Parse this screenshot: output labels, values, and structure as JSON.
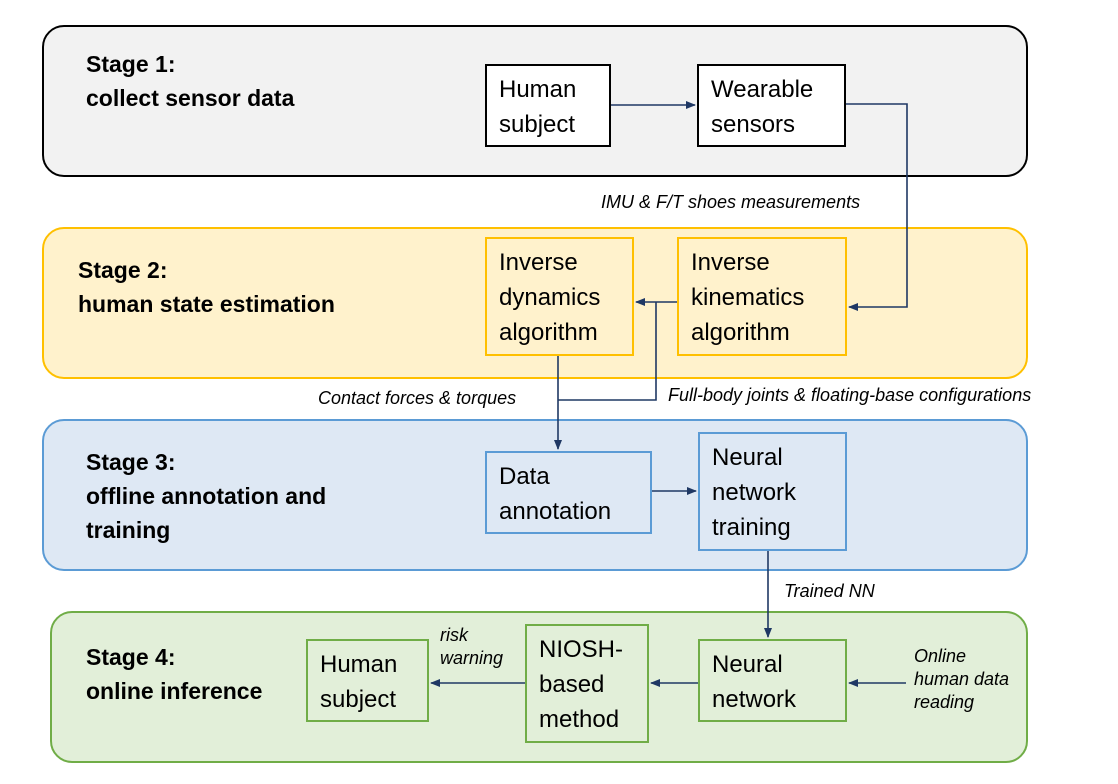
{
  "colors": {
    "stage1_fill": "#f2f2f2",
    "stage1_border": "#000000",
    "stage2_fill": "#fff2cc",
    "stage2_border": "#ffc000",
    "stage3_fill": "#dee8f4",
    "stage3_border": "#5b9bd5",
    "stage4_fill": "#e2efd9",
    "stage4_border": "#70ad47",
    "arrow": "#1f3864"
  },
  "stage1": {
    "title": [
      "Stage 1:",
      "collect sensor data"
    ],
    "boxes": {
      "human_subject": [
        "Human",
        "subject"
      ],
      "wearable_sensors": [
        "Wearable",
        "sensors"
      ]
    }
  },
  "stage2": {
    "title": [
      "Stage 2:",
      "human state estimation"
    ],
    "boxes": {
      "inverse_dynamics": [
        "Inverse",
        "dynamics",
        "algorithm"
      ],
      "inverse_kinematics": [
        "Inverse",
        "kinematics",
        "algorithm"
      ]
    }
  },
  "stage3": {
    "title": [
      "Stage 3:",
      "offline annotation and",
      "training"
    ],
    "boxes": {
      "data_annotation": [
        "Data",
        "annotation"
      ],
      "nn_training": [
        "Neural",
        "network",
        "training"
      ]
    }
  },
  "stage4": {
    "title": [
      "Stage 4:",
      "online inference"
    ],
    "boxes": {
      "human_subject": [
        "Human",
        "subject"
      ],
      "niosh_method": [
        "NIOSH-",
        "based",
        "method"
      ],
      "neural_network": [
        "Neural",
        "network"
      ]
    }
  },
  "labels": {
    "imu": "IMU & F/T shoes measurements",
    "contact": "Contact forces & torques",
    "fullbody": "Full-body joints & floating-base configurations",
    "trained_nn": "Trained NN",
    "risk_warning": [
      "risk",
      "warning"
    ],
    "online_reading": [
      "Online",
      "human data",
      "reading"
    ]
  }
}
